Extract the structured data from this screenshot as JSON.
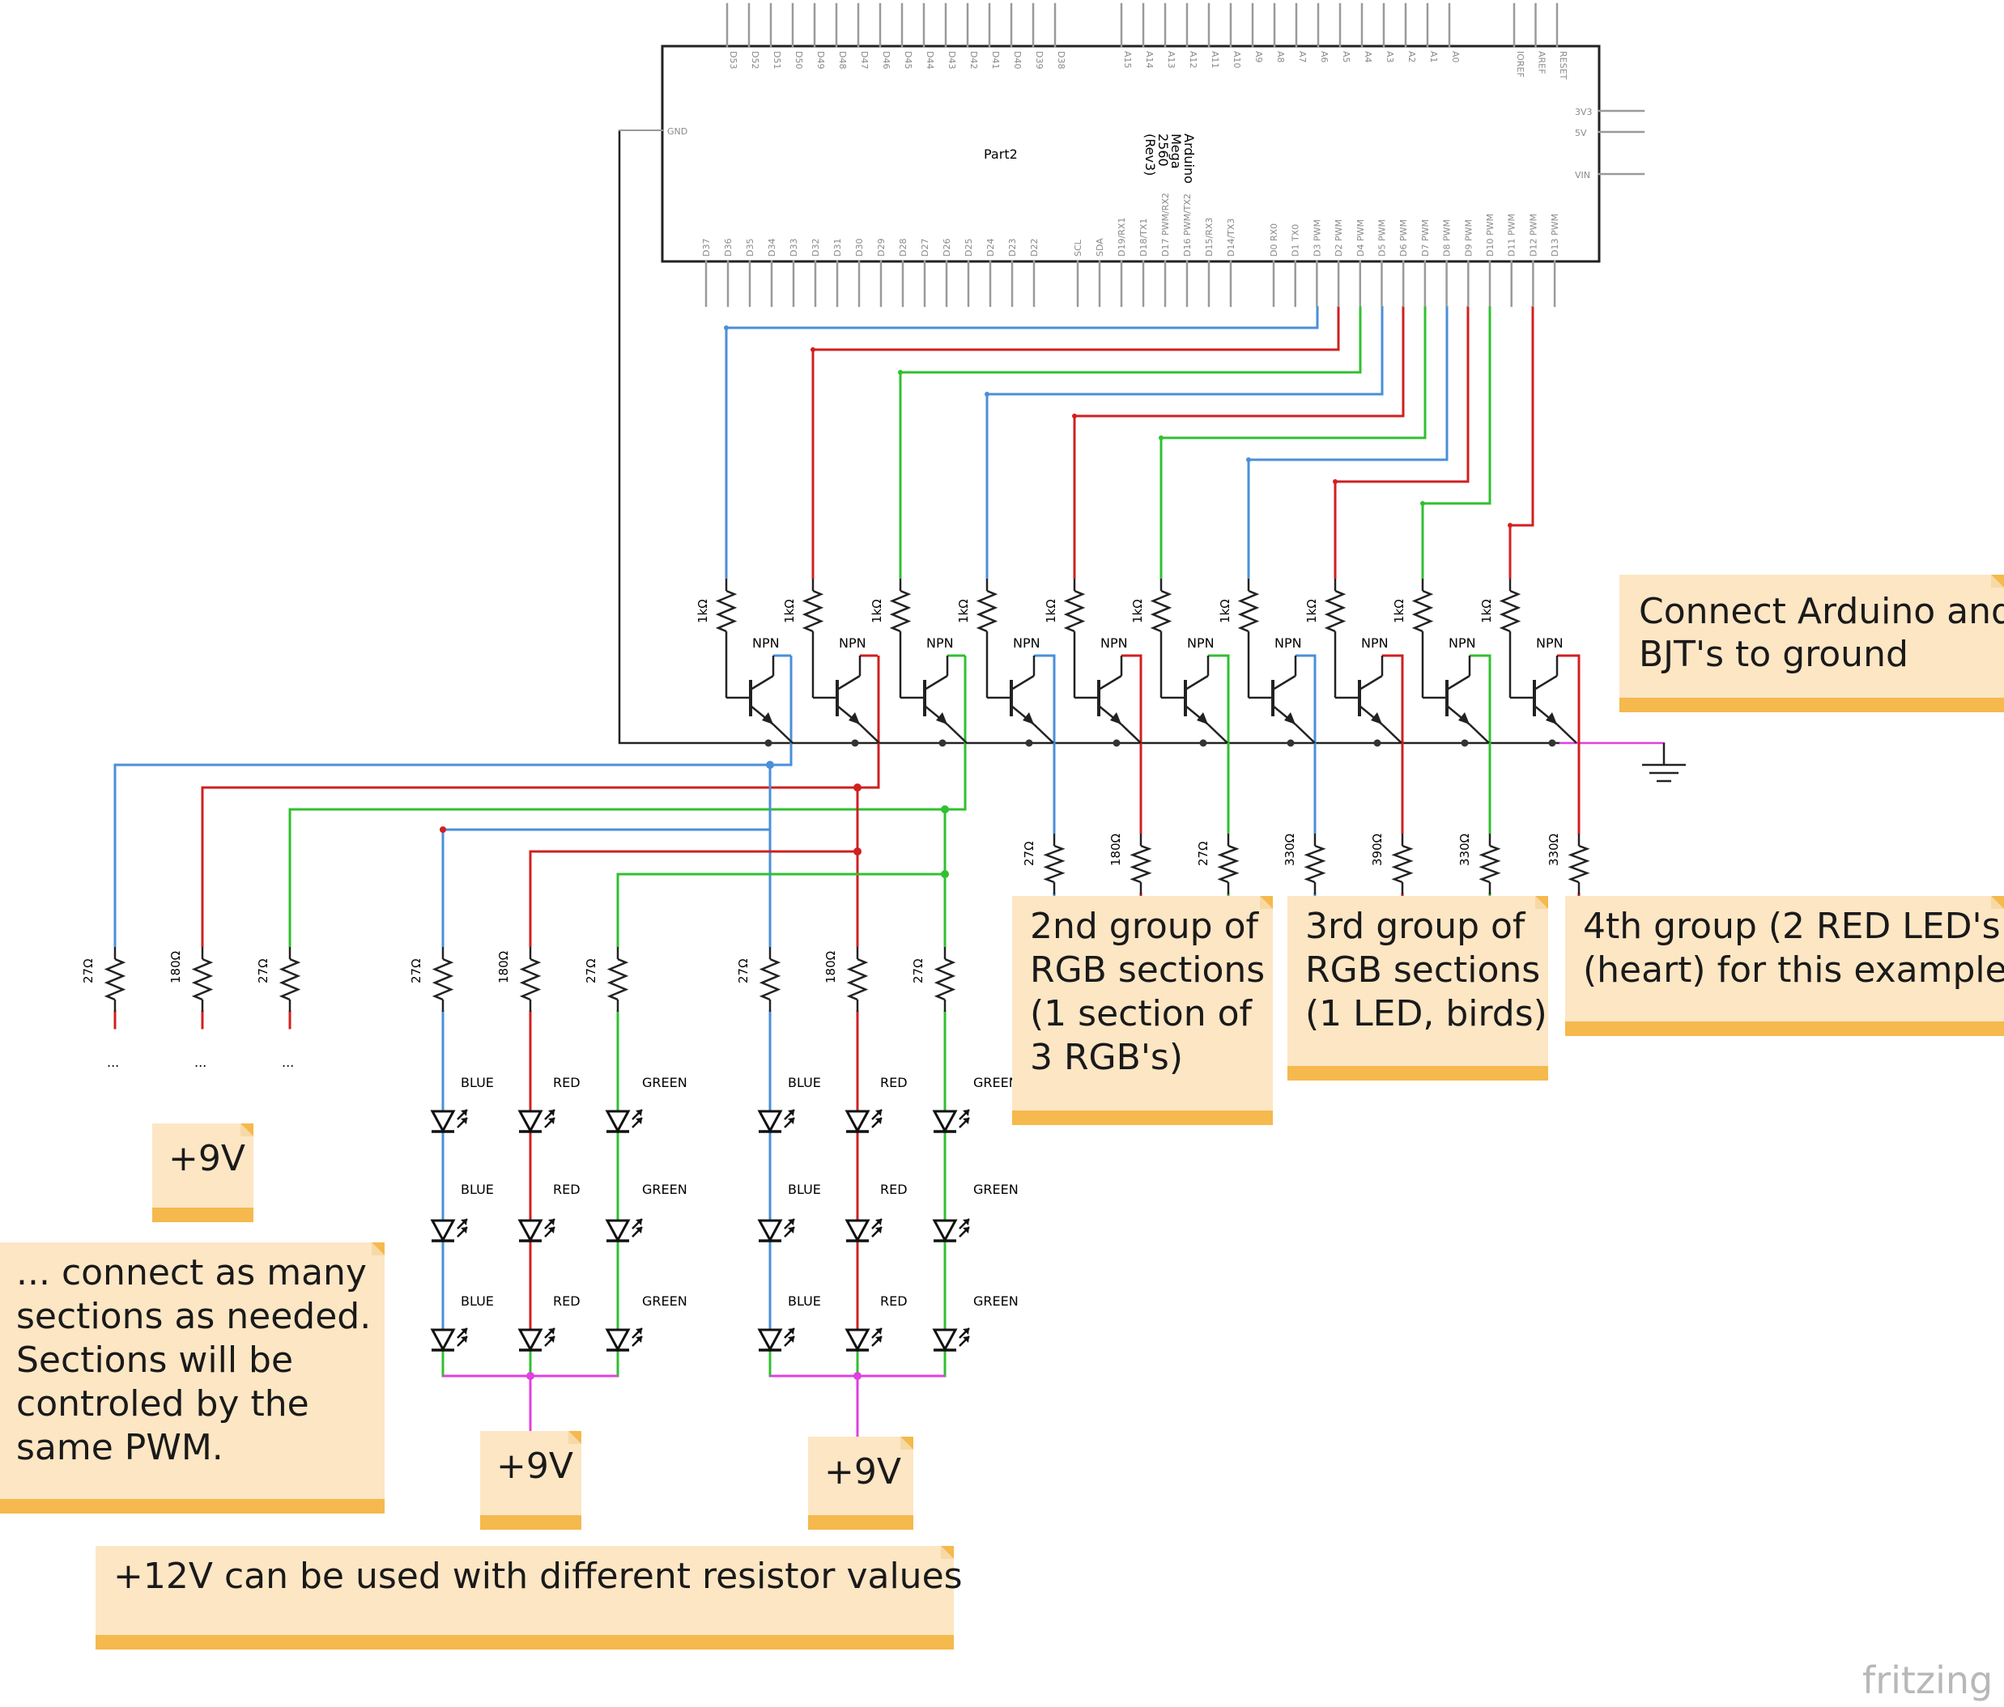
{
  "arduino": {
    "part_label": "Part2",
    "board_label": [
      "Arduino",
      "Mega",
      "2560",
      "(Rev3)"
    ],
    "gnd_label": "GND",
    "top_pins_digital": [
      "D53",
      "D52",
      "D51",
      "D50",
      "D49",
      "D48",
      "D47",
      "D46",
      "D45",
      "D44",
      "D43",
      "D42",
      "D41",
      "D40",
      "D39",
      "D38"
    ],
    "top_pins_analog": [
      "A15",
      "A14",
      "A13",
      "A12",
      "A11",
      "A10",
      "A9",
      "A8",
      "A7",
      "A6",
      "A5",
      "A4",
      "A3",
      "A2",
      "A1",
      "A0"
    ],
    "top_pins_misc": [
      "IOREF",
      "AREF",
      "RESET"
    ],
    "right_pins": [
      "3V3",
      "5V",
      "VIN"
    ],
    "bottom_pins_digital": [
      "D37",
      "D36",
      "D35",
      "D34",
      "D33",
      "D32",
      "D31",
      "D30",
      "D29",
      "D28",
      "D27",
      "D26",
      "D25",
      "D24",
      "D23",
      "D22"
    ],
    "bottom_pins_comm": [
      "SCL",
      "SDA",
      "D19/RX1",
      "D18/TX1",
      "D17 PWM/RX2",
      "D16 PWM/TX2",
      "D15/RX3",
      "D14/TX3"
    ],
    "bottom_pins_pwm": [
      "D0 RX0",
      "D1 TX0",
      "D3 PWM",
      "D2 PWM",
      "D4 PWM",
      "D5 PWM",
      "D6 PWM",
      "D7 PWM",
      "D8 PWM",
      "D9 PWM",
      "D10 PWM",
      "D11 PWM",
      "D12 PWM",
      "D13 PWM"
    ]
  },
  "transistors": {
    "base_resistor": "1kΩ",
    "type_label": "NPN",
    "count": 10
  },
  "collector_resistors": [
    "27Ω",
    "180Ω",
    "27Ω",
    "330Ω",
    "390Ω",
    "330Ω",
    "330Ω"
  ],
  "led_columns": {
    "left_resistors": [
      "27Ω",
      "180Ω",
      "27Ω"
    ],
    "ellipsis": "...",
    "group1_resistors": [
      "27Ω",
      "180Ω",
      "27Ω"
    ],
    "group2_resistors": [
      "27Ω",
      "180Ω",
      "27Ω"
    ],
    "color_labels": [
      "BLUE",
      "RED",
      "GREEN"
    ]
  },
  "colors": {
    "blue_wire": "#4a8fd8",
    "red_wire": "#d02020",
    "green_wire": "#30c030",
    "magenta_wire": "#e040e0",
    "note_bg": "#fde6c4",
    "note_bar": "#f5b94d"
  },
  "notes": {
    "ground": [
      "Connect Arduino and",
      "BJT's to ground"
    ],
    "group2": [
      "2nd group of",
      "RGB sections",
      "(1 section of",
      "3 RGB's)"
    ],
    "group3": [
      "3rd group of",
      "RGB sections",
      "(1 LED, birds)"
    ],
    "group4": [
      "4th group (2 RED LED's",
      "(heart) for this example)"
    ],
    "plus9_left": [
      "+9V"
    ],
    "sections": [
      "... connect as many",
      "sections as needed.",
      "Sections will be",
      "controled by the",
      "same PWM."
    ],
    "plus9_a": [
      "+9V"
    ],
    "plus9_b": [
      "+9V"
    ],
    "plus12": [
      "+12V can be used with different resistor values"
    ]
  },
  "logo": "fritzing"
}
